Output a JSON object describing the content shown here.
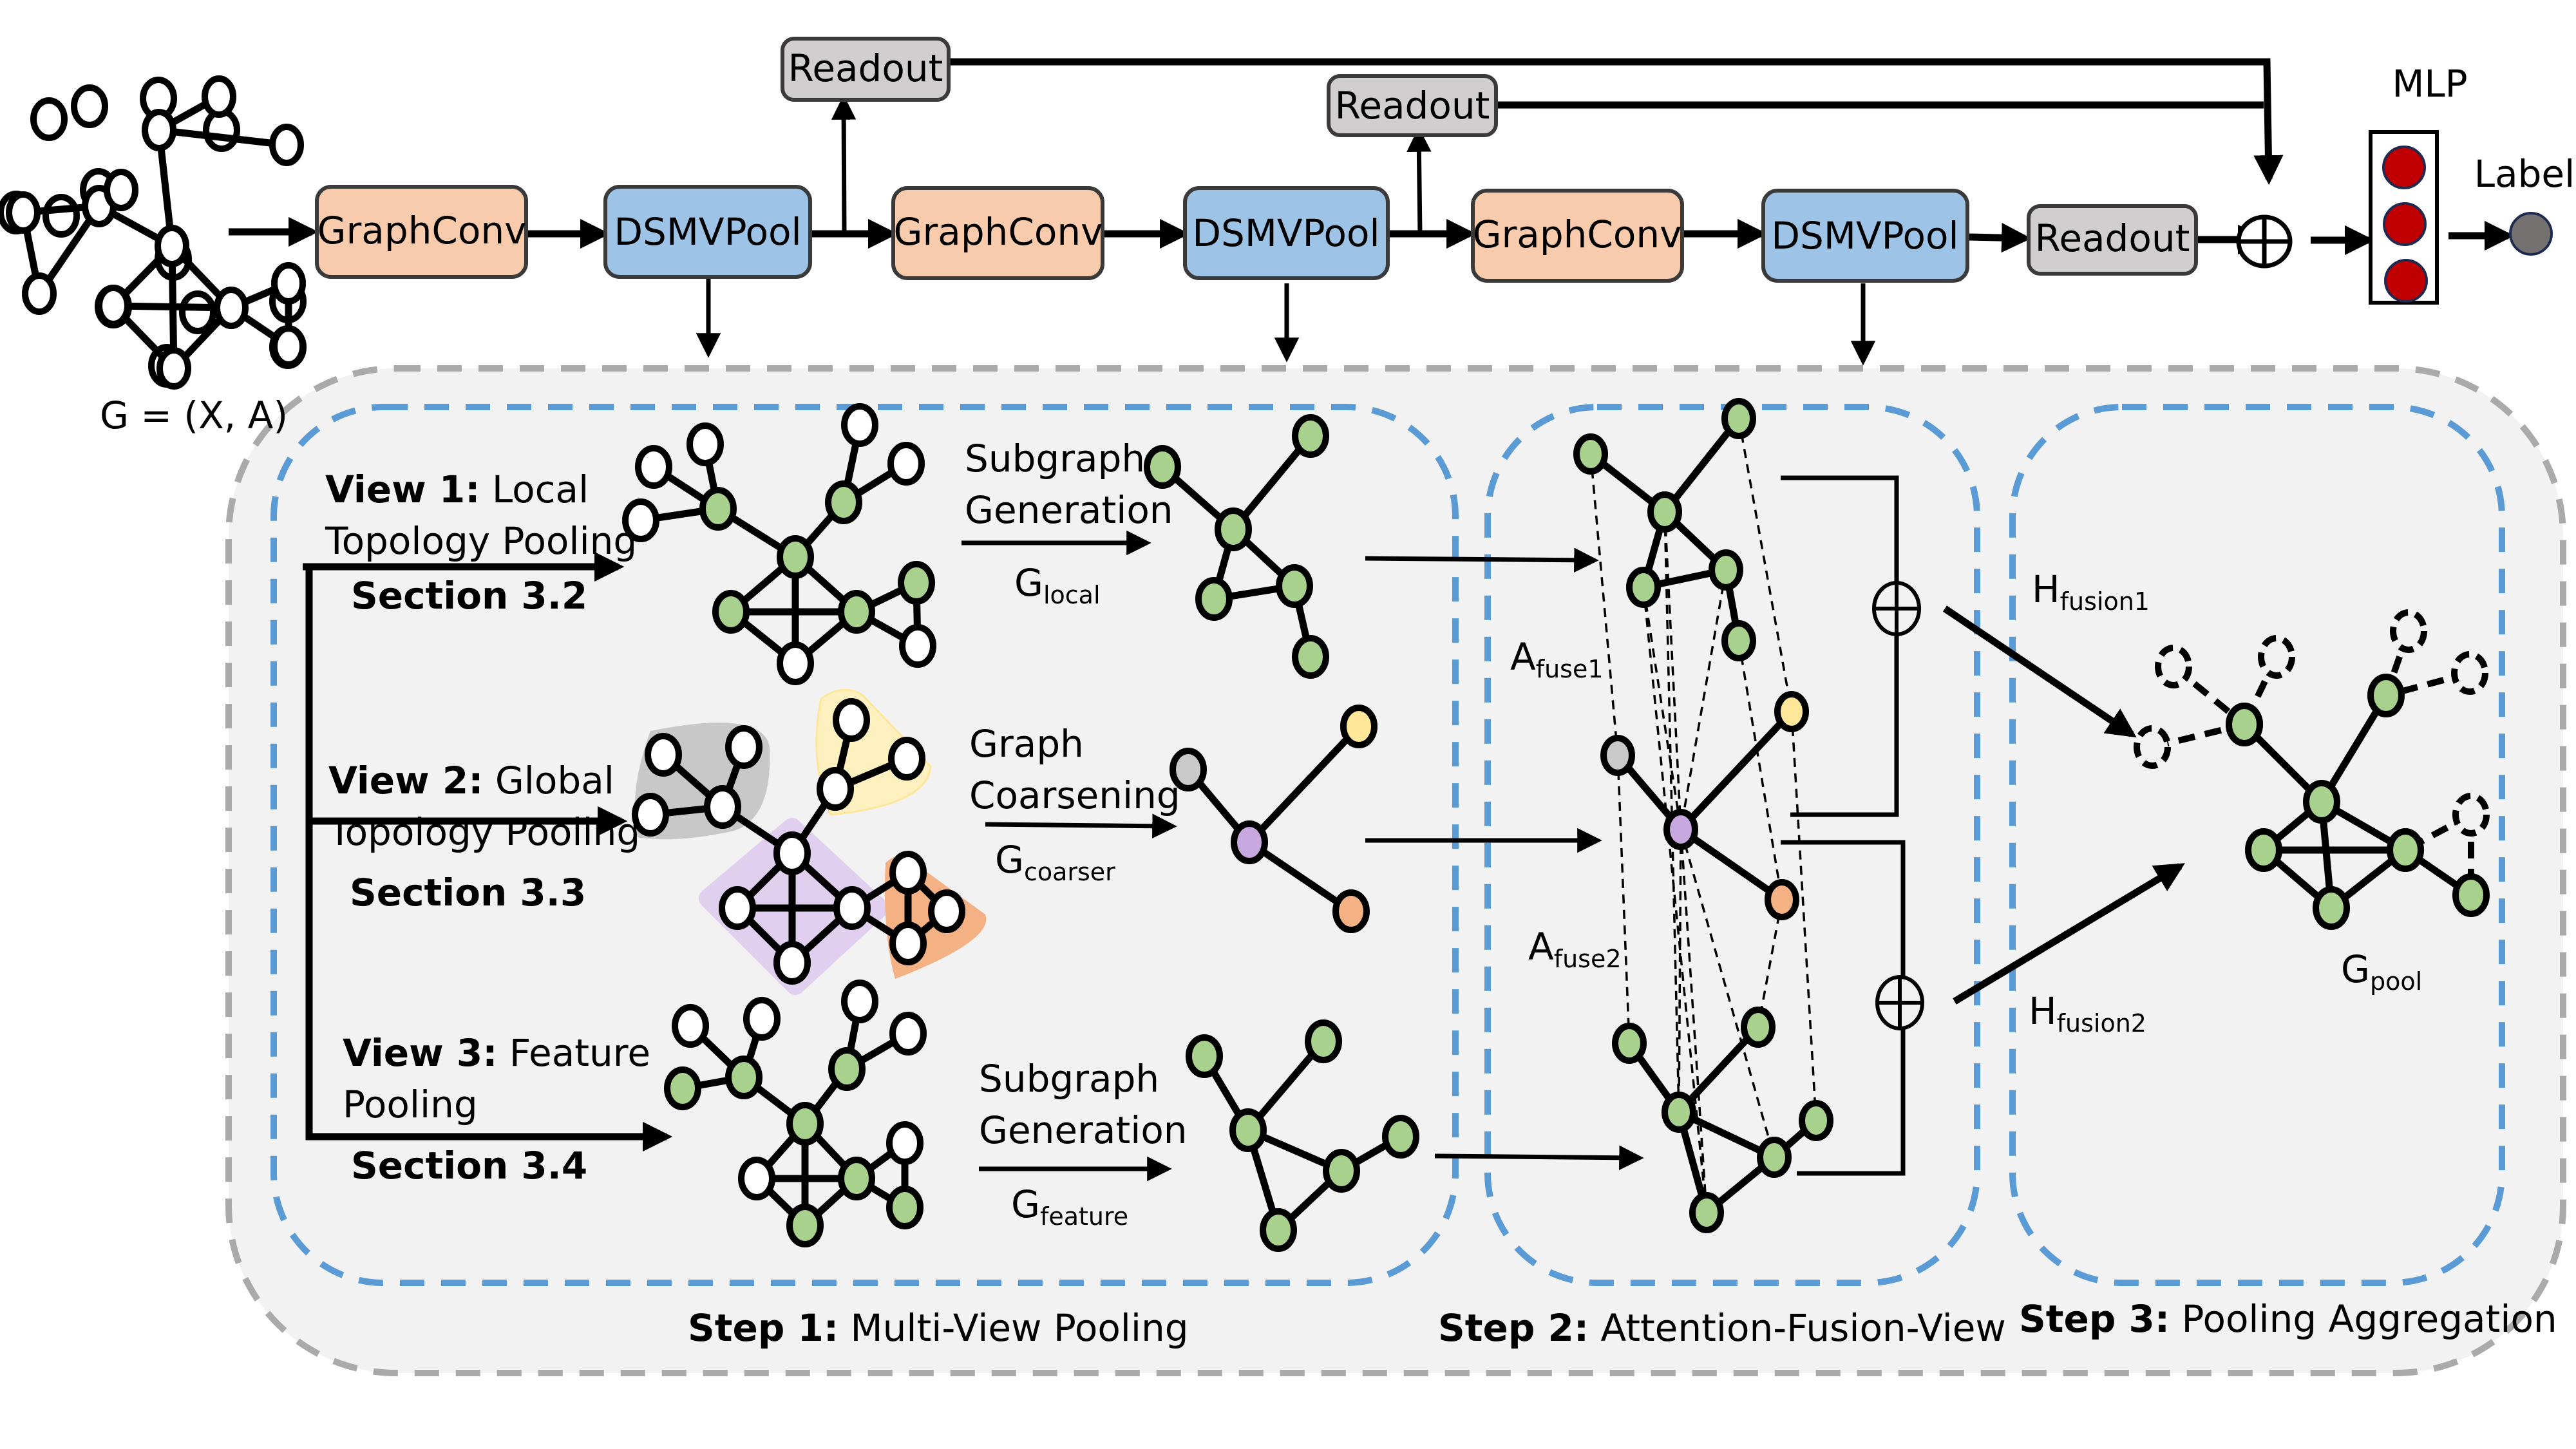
{
  "figure": {
    "input_graph_label": "G = (X, A)",
    "pipeline": [
      {
        "id": "gc1",
        "type": "GraphConv",
        "label": "GraphConv"
      },
      {
        "id": "pool1",
        "type": "DSMVPool",
        "label": "DSMVPool"
      },
      {
        "id": "gc2",
        "type": "GraphConv",
        "label": "GraphConv"
      },
      {
        "id": "pool2",
        "type": "DSMVPool",
        "label": "DSMVPool"
      },
      {
        "id": "gc3",
        "type": "GraphConv",
        "label": "GraphConv"
      },
      {
        "id": "pool3",
        "type": "DSMVPool",
        "label": "DSMVPool"
      },
      {
        "id": "readout3",
        "type": "Readout",
        "label": "Readout"
      }
    ],
    "readouts": [
      {
        "id": "readout1",
        "label": "Readout"
      },
      {
        "id": "readout2",
        "label": "Readout"
      }
    ],
    "mlp_label": "MLP",
    "output_label": "Label",
    "colors": {
      "graphconv": "#f8cbad",
      "dsmvpool": "#9dc3e6",
      "readout": "#d0cece",
      "mlp_node": "#c00000",
      "label_node": "#767171",
      "green_node": "#a9d18e",
      "gray_node": "#c9c9c9",
      "purple_node": "#c9a8e0",
      "yellow_node": "#ffe699",
      "orange_node": "#f4b183",
      "panel_bg": "#f2f2f2",
      "outer_dash": "#aaaaaa",
      "step_dash": "#5b9bd5",
      "cluster_gray": "#c8c8c8",
      "cluster_yellow": "#fff0c0",
      "cluster_purple": "#e0cfee",
      "cluster_orange": "#f4b183"
    }
  },
  "views": [
    {
      "title_bold": "View 1:",
      "title_rest": "Local",
      "line2": "Topology Pooling",
      "section": "Section 3.2",
      "operation_line1": "Subgraph",
      "operation_line2": "Generation",
      "output_main": "G",
      "output_sub": "local"
    },
    {
      "title_bold": "View 2:",
      "title_rest": "Global",
      "line2": "Topology Pooling",
      "section": "Section 3.3",
      "operation_line1": "Graph",
      "operation_line2": "Coarsening",
      "output_main": "G",
      "output_sub": "coarser"
    },
    {
      "title_bold": "View 3:",
      "title_rest": "Feature",
      "line2": "Pooling",
      "section": "Section 3.4",
      "operation_line1": "Subgraph",
      "operation_line2": "Generation",
      "output_main": "G",
      "output_sub": "feature"
    }
  ],
  "fusion": {
    "a1_main": "A",
    "a1_sub": "fuse1",
    "a2_main": "A",
    "a2_sub": "fuse2",
    "h1_main": "H",
    "h1_sub": "fusion1",
    "h2_main": "H",
    "h2_sub": "fusion2",
    "pool_main": "G",
    "pool_sub": "pool"
  },
  "steps": [
    {
      "bold": "Step 1:",
      "rest": "Multi-View Pooling"
    },
    {
      "bold": "Step 2:",
      "rest": "Attention-Fusion-View"
    },
    {
      "bold": "Step 3:",
      "rest": "Pooling Aggregation"
    }
  ]
}
